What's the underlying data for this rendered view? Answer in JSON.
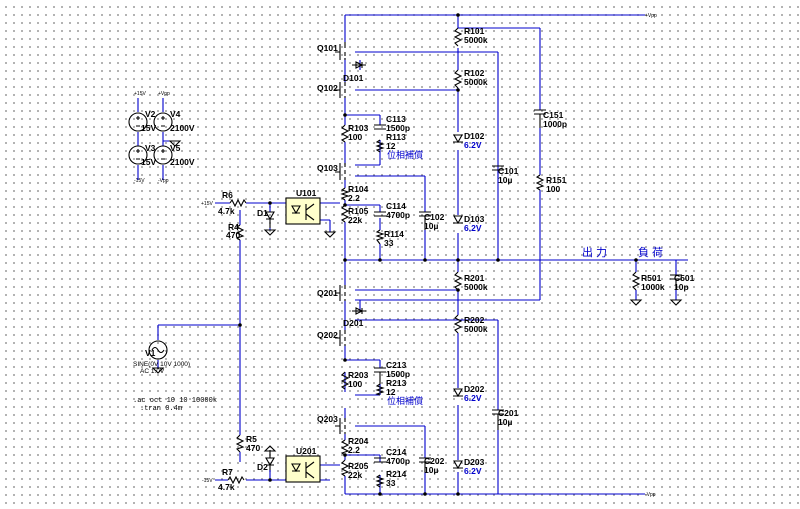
{
  "rails": {
    "pos": "+Vpp",
    "neg": "-Vpp",
    "p15": "+15V",
    "n15": "-15V"
  },
  "sources": {
    "V2": {
      "name": "V2",
      "value": "15V"
    },
    "V3": {
      "name": "V3",
      "value": "15V"
    },
    "V4": {
      "name": "V4",
      "value": "2100V"
    },
    "V5": {
      "name": "V5",
      "value": "2100V"
    },
    "V1": {
      "name": "V1",
      "value": "SINE(0V 10V 1000)",
      "ac": "AC 1.0V"
    }
  },
  "directives": {
    "ac": ".ac oct 10 10 10000k",
    "tran": ".tran 0.4m"
  },
  "components": {
    "Q101": "Q101",
    "Q102": "Q102",
    "Q103": "Q103",
    "Q201": "Q201",
    "Q202": "Q202",
    "Q203": "Q203",
    "D101": "D101",
    "D201": "D201",
    "D1": "D1",
    "D2": "D2",
    "U101": "U101",
    "U201": "U201",
    "R101": {
      "name": "R101",
      "value": "5000k"
    },
    "R102": {
      "name": "R102",
      "value": "5000k"
    },
    "R103": {
      "name": "R103",
      "value": "100"
    },
    "R113": {
      "name": "R113",
      "value": "12"
    },
    "R104": {
      "name": "R104",
      "value": "2.2"
    },
    "R105": {
      "name": "R105",
      "value": "22k"
    },
    "R114": {
      "name": "R114",
      "value": "33"
    },
    "R151": {
      "name": "R151",
      "value": "100"
    },
    "R201": {
      "name": "R201",
      "value": "5000k"
    },
    "R202": {
      "name": "R202",
      "value": "5000k"
    },
    "R203": {
      "name": "R203",
      "value": "100"
    },
    "R213": {
      "name": "R213",
      "value": "12"
    },
    "R204": {
      "name": "R204",
      "value": "2.2"
    },
    "R205": {
      "name": "R205",
      "value": "22k"
    },
    "R214": {
      "name": "R214",
      "value": "33"
    },
    "R501": {
      "name": "R501",
      "value": "1000k"
    },
    "R4": {
      "name": "R4",
      "value": "470"
    },
    "R5": {
      "name": "R5",
      "value": "470"
    },
    "R6": {
      "name": "R6",
      "value": "4.7k"
    },
    "R7": {
      "name": "R7",
      "value": "4.7k"
    },
    "C113": {
      "name": "C113",
      "value": "1500p"
    },
    "C114": {
      "name": "C114",
      "value": "4700p"
    },
    "C102": {
      "name": "C102",
      "value": "10µ"
    },
    "C101": {
      "name": "C101",
      "value": "10µ"
    },
    "C151": {
      "name": "C151",
      "value": "1000p"
    },
    "C213": {
      "name": "C213",
      "value": "1500p"
    },
    "C214": {
      "name": "C214",
      "value": "4700p"
    },
    "C202": {
      "name": "C202",
      "value": "10µ"
    },
    "C201": {
      "name": "C201",
      "value": "10µ"
    },
    "C501": {
      "name": "C501",
      "value": "10p"
    },
    "D102": {
      "name": "D102",
      "value": "6.2V"
    },
    "D103": {
      "name": "D103",
      "value": "6.2V"
    },
    "D202": {
      "name": "D202",
      "value": "6.2V"
    },
    "D203": {
      "name": "D203",
      "value": "6.2V"
    }
  },
  "notes": {
    "phase1": "位相補償",
    "phase2": "位相補償",
    "output": "出力",
    "load": "負荷"
  },
  "colors": {
    "wire": "#0000cc",
    "component": "#000000",
    "optocoupler_fill": "#ffffcc",
    "grid_dot": "#9a9a9a"
  }
}
